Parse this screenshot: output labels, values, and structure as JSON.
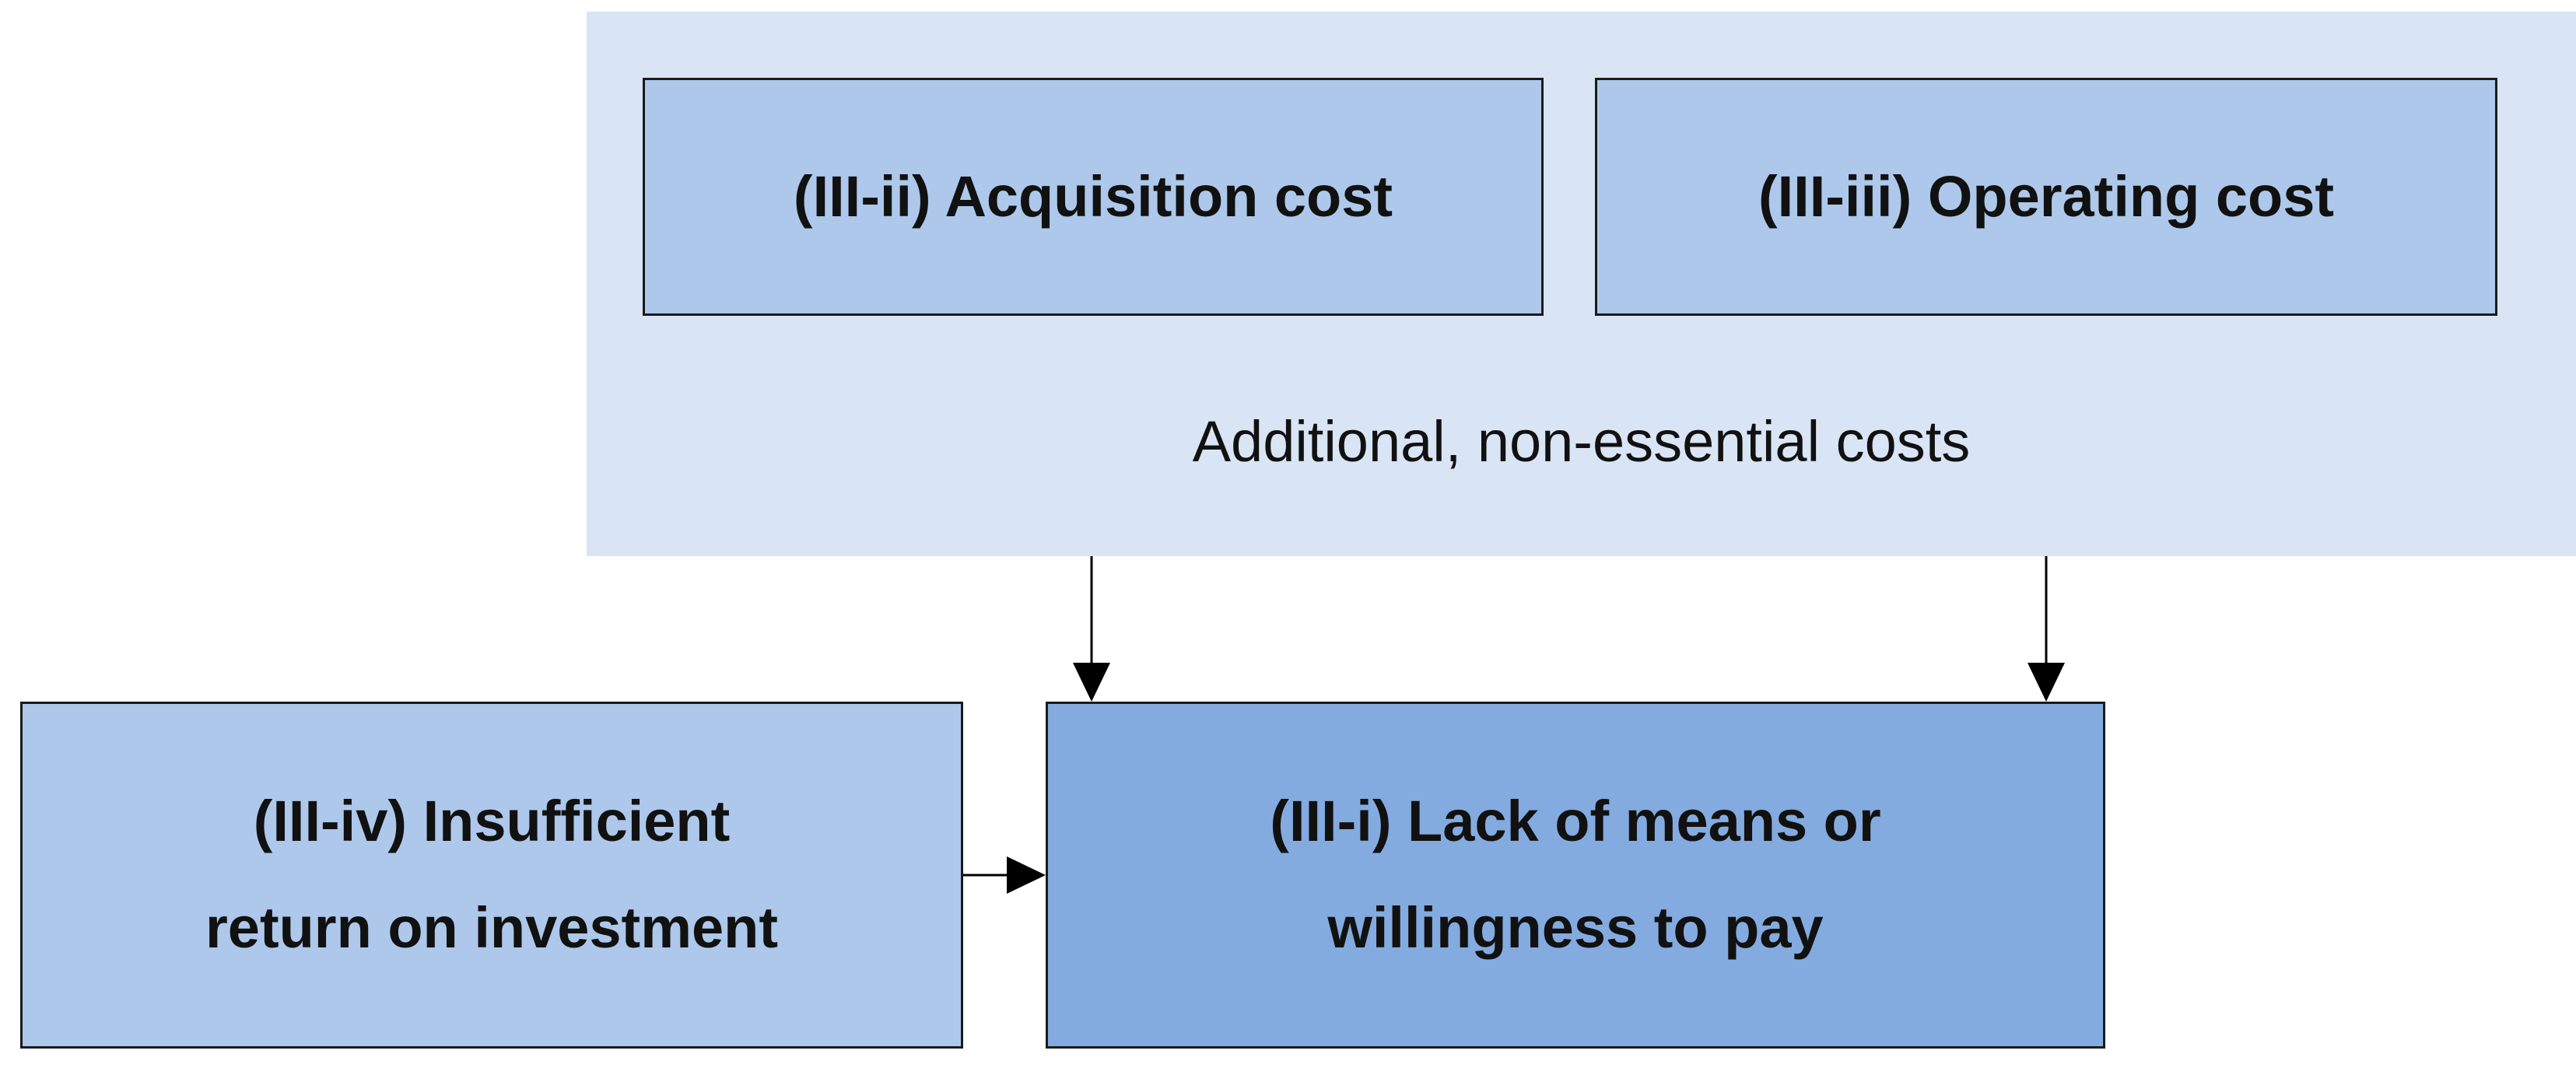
{
  "group": {
    "label": "Additional, non-essential costs"
  },
  "boxes": {
    "acquisition": "(III-ii) Acquisition cost",
    "operating": "(III-iii) Operating cost",
    "insufficient_roi": [
      "(III-iv) Insufficient",
      "return on investment"
    ],
    "lack_of_means": [
      "(III-i) Lack of means or",
      "willingness to pay"
    ]
  },
  "colors": {
    "group_background": "#d9e5f4",
    "box_light": "#adc8ea",
    "box_dark": "#84abdf",
    "stroke": "#1a1a1a"
  }
}
